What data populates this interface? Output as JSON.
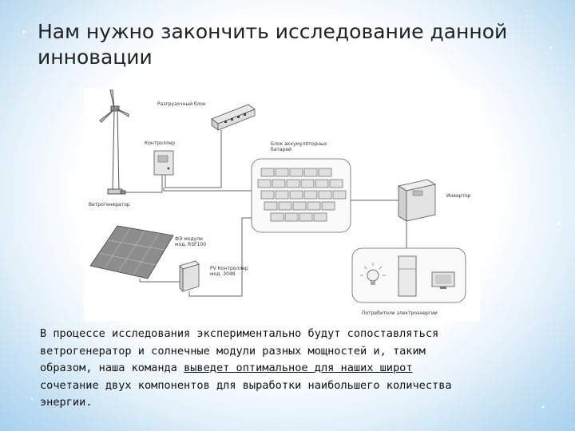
{
  "slide": {
    "title_line1": "Нам нужно закончить исследование данной",
    "title_line2": "инновации"
  },
  "diagram": {
    "labels": {
      "ballast": "Разгрузочный блок",
      "controller": "Контроллер",
      "battery_line1": "Блок аккумуляторных",
      "battery_line2": "батарей",
      "wind_generator": "Ветрогенератор",
      "inverter": "Инвертор",
      "pv_module_line1": "ФЭ модули",
      "pv_module_line2": "мод. RSF100",
      "pv_controller_line1": "PV Контроллер",
      "pv_controller_line2": "мод. 3048",
      "consumers": "Потребители электроэнергии"
    }
  },
  "body": {
    "line1": "В процессе исследования экспериментально будут сопоставляться",
    "line2": "ветрогенератор и солнечные модули разных мощностей и, таким",
    "line3_prefix": "образом, наша команда ",
    "line3_u1": "выведет",
    "line3_sp1": " ",
    "line3_u2": "оптимальное",
    "line3_sp2": " ",
    "line3_u3": "для",
    "line3_sp3": " ",
    "line3_u4": "наших",
    "line3_sp4": " ",
    "line3_u5": "широт",
    "line4": "сочетание двух компонентов для выработки наибольшего количества",
    "line5": "энергии."
  }
}
